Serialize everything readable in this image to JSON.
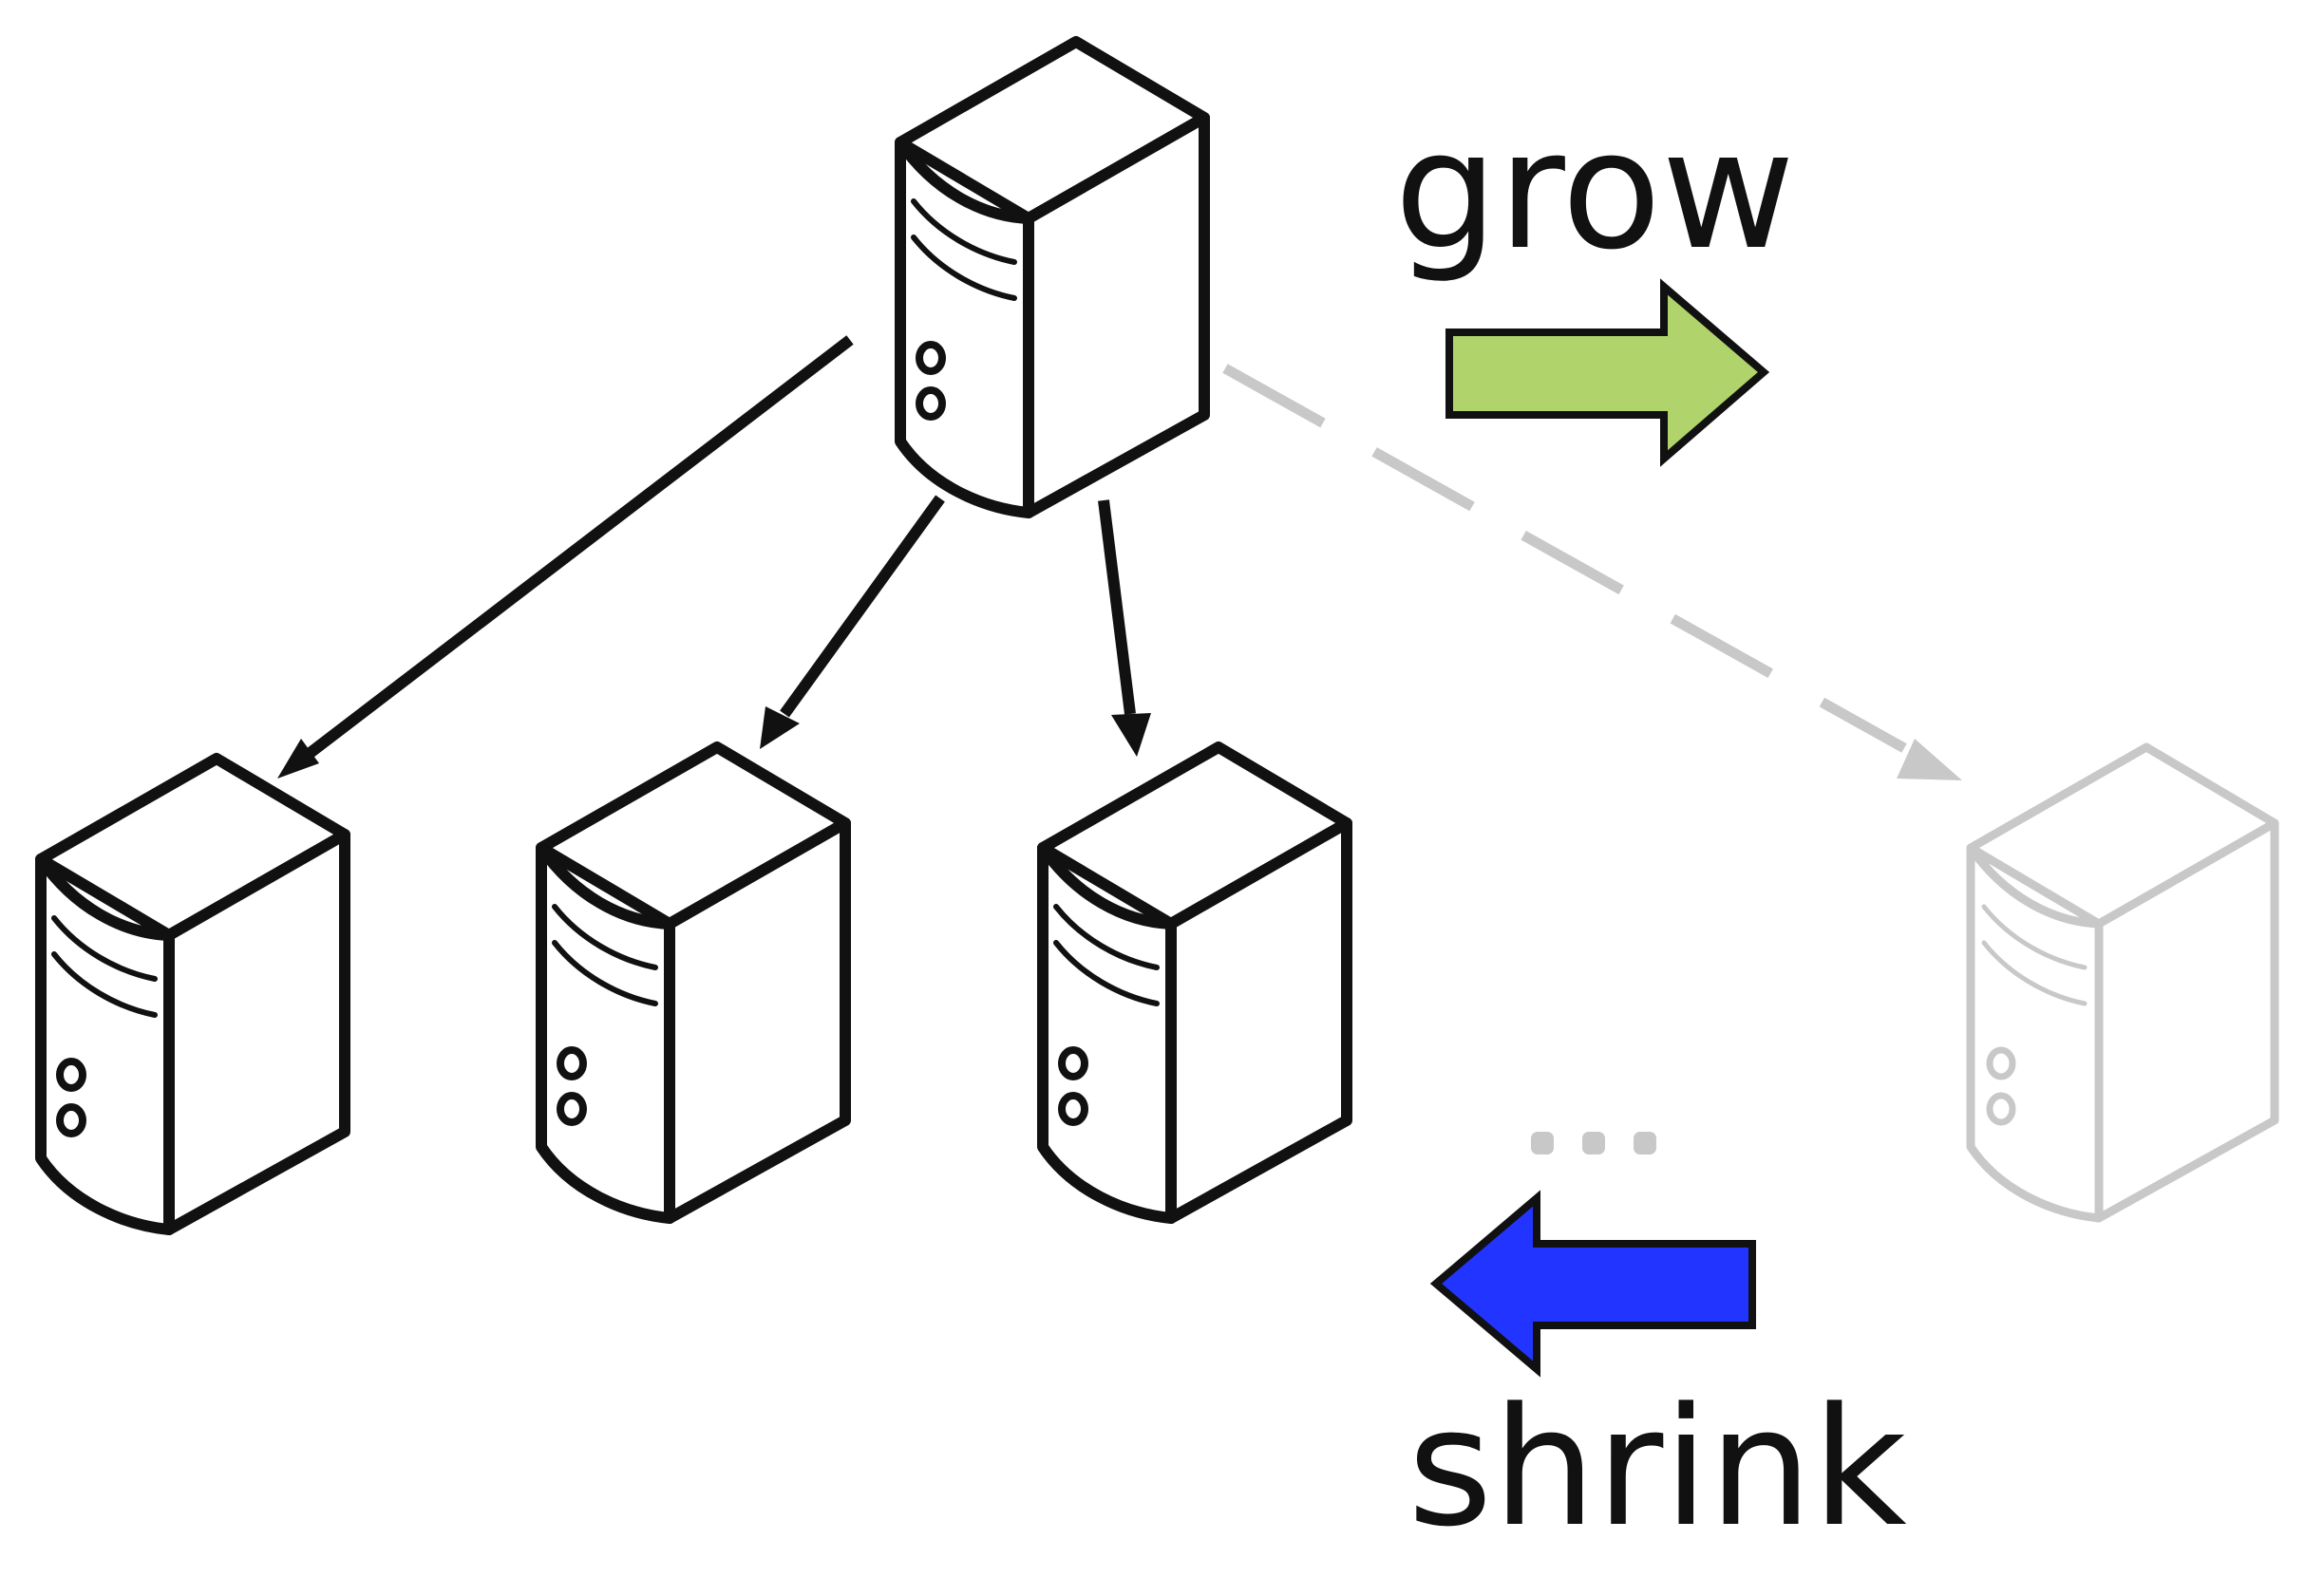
{
  "labels": {
    "grow": "grow",
    "shrink": "shrink",
    "ellipsis": "..."
  },
  "nodes": [
    {
      "id": "root-server",
      "role": "root",
      "state": "active"
    },
    {
      "id": "child-server-1",
      "role": "child",
      "state": "active"
    },
    {
      "id": "child-server-2",
      "role": "child",
      "state": "active"
    },
    {
      "id": "child-server-3",
      "role": "child",
      "state": "active"
    },
    {
      "id": "child-server-new",
      "role": "child",
      "state": "pending"
    }
  ],
  "edges": [
    {
      "from": "root-server",
      "to": "child-server-1",
      "style": "solid"
    },
    {
      "from": "root-server",
      "to": "child-server-2",
      "style": "solid"
    },
    {
      "from": "root-server",
      "to": "child-server-3",
      "style": "solid"
    },
    {
      "from": "root-server",
      "to": "child-server-new",
      "style": "dashed"
    }
  ],
  "colors": {
    "stroke": "#111111",
    "inactive": "#c8c8c8",
    "grow_arrow": "#b0d46b",
    "shrink_arrow": "#2234ff"
  }
}
